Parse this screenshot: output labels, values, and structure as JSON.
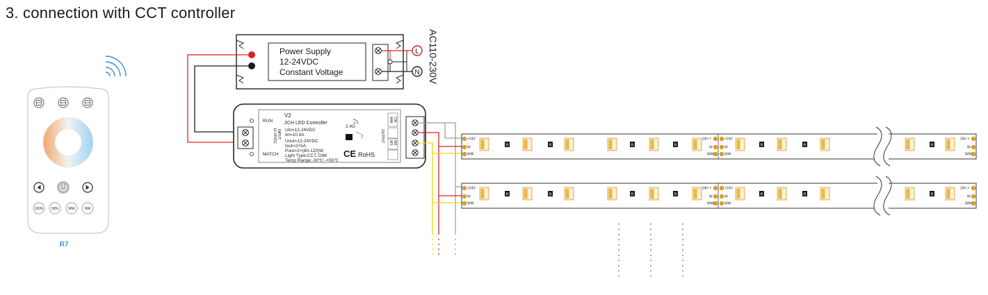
{
  "title": "3. connection with CCT controller",
  "power_supply": {
    "line1": "Power Supply",
    "line2": "12-24VDC",
    "line3": "Constant Voltage",
    "ac_label": "AC110-230V",
    "terminal_l": "L",
    "terminal_n": "N"
  },
  "controller": {
    "model": "V2",
    "name": "2CH LED Controller",
    "spec1": "Uin=12-24VDC",
    "spec2": "Iin=10.5A",
    "spec3": "Uout=12-24VDC",
    "spec4": "Iout=2×5A",
    "spec5": "Pout=2×(60-120)W",
    "spec6": "Light Type:CCT, DIM",
    "spec7": "Temp Range:-30℃~+55℃",
    "rf": "2.4G",
    "run": "RUN",
    "match": "MATCH",
    "input": "INPUT",
    "input_v": "12-24VDC",
    "output": "OUTPUT",
    "rohs": "RoHS",
    "ce": "CE",
    "ch_cw": "CW",
    "ch_ww": "WW",
    "ch_w1": "W1",
    "ch_w2": "W2"
  },
  "remote": {
    "label": "R7",
    "btn1": "100%",
    "btn2": "50%",
    "btn3": "WW",
    "btn4": "NW"
  },
  "strip": {
    "plus": "+24V",
    "w": "W",
    "ww": "WW",
    "end_plus": "24V +",
    "chip": "R"
  },
  "colors": {
    "red_wire": "#e0201c",
    "yellow_wire": "#f0d400",
    "gray_wire": "#9a9a9a",
    "remote_blue": "#3a8fd0"
  }
}
